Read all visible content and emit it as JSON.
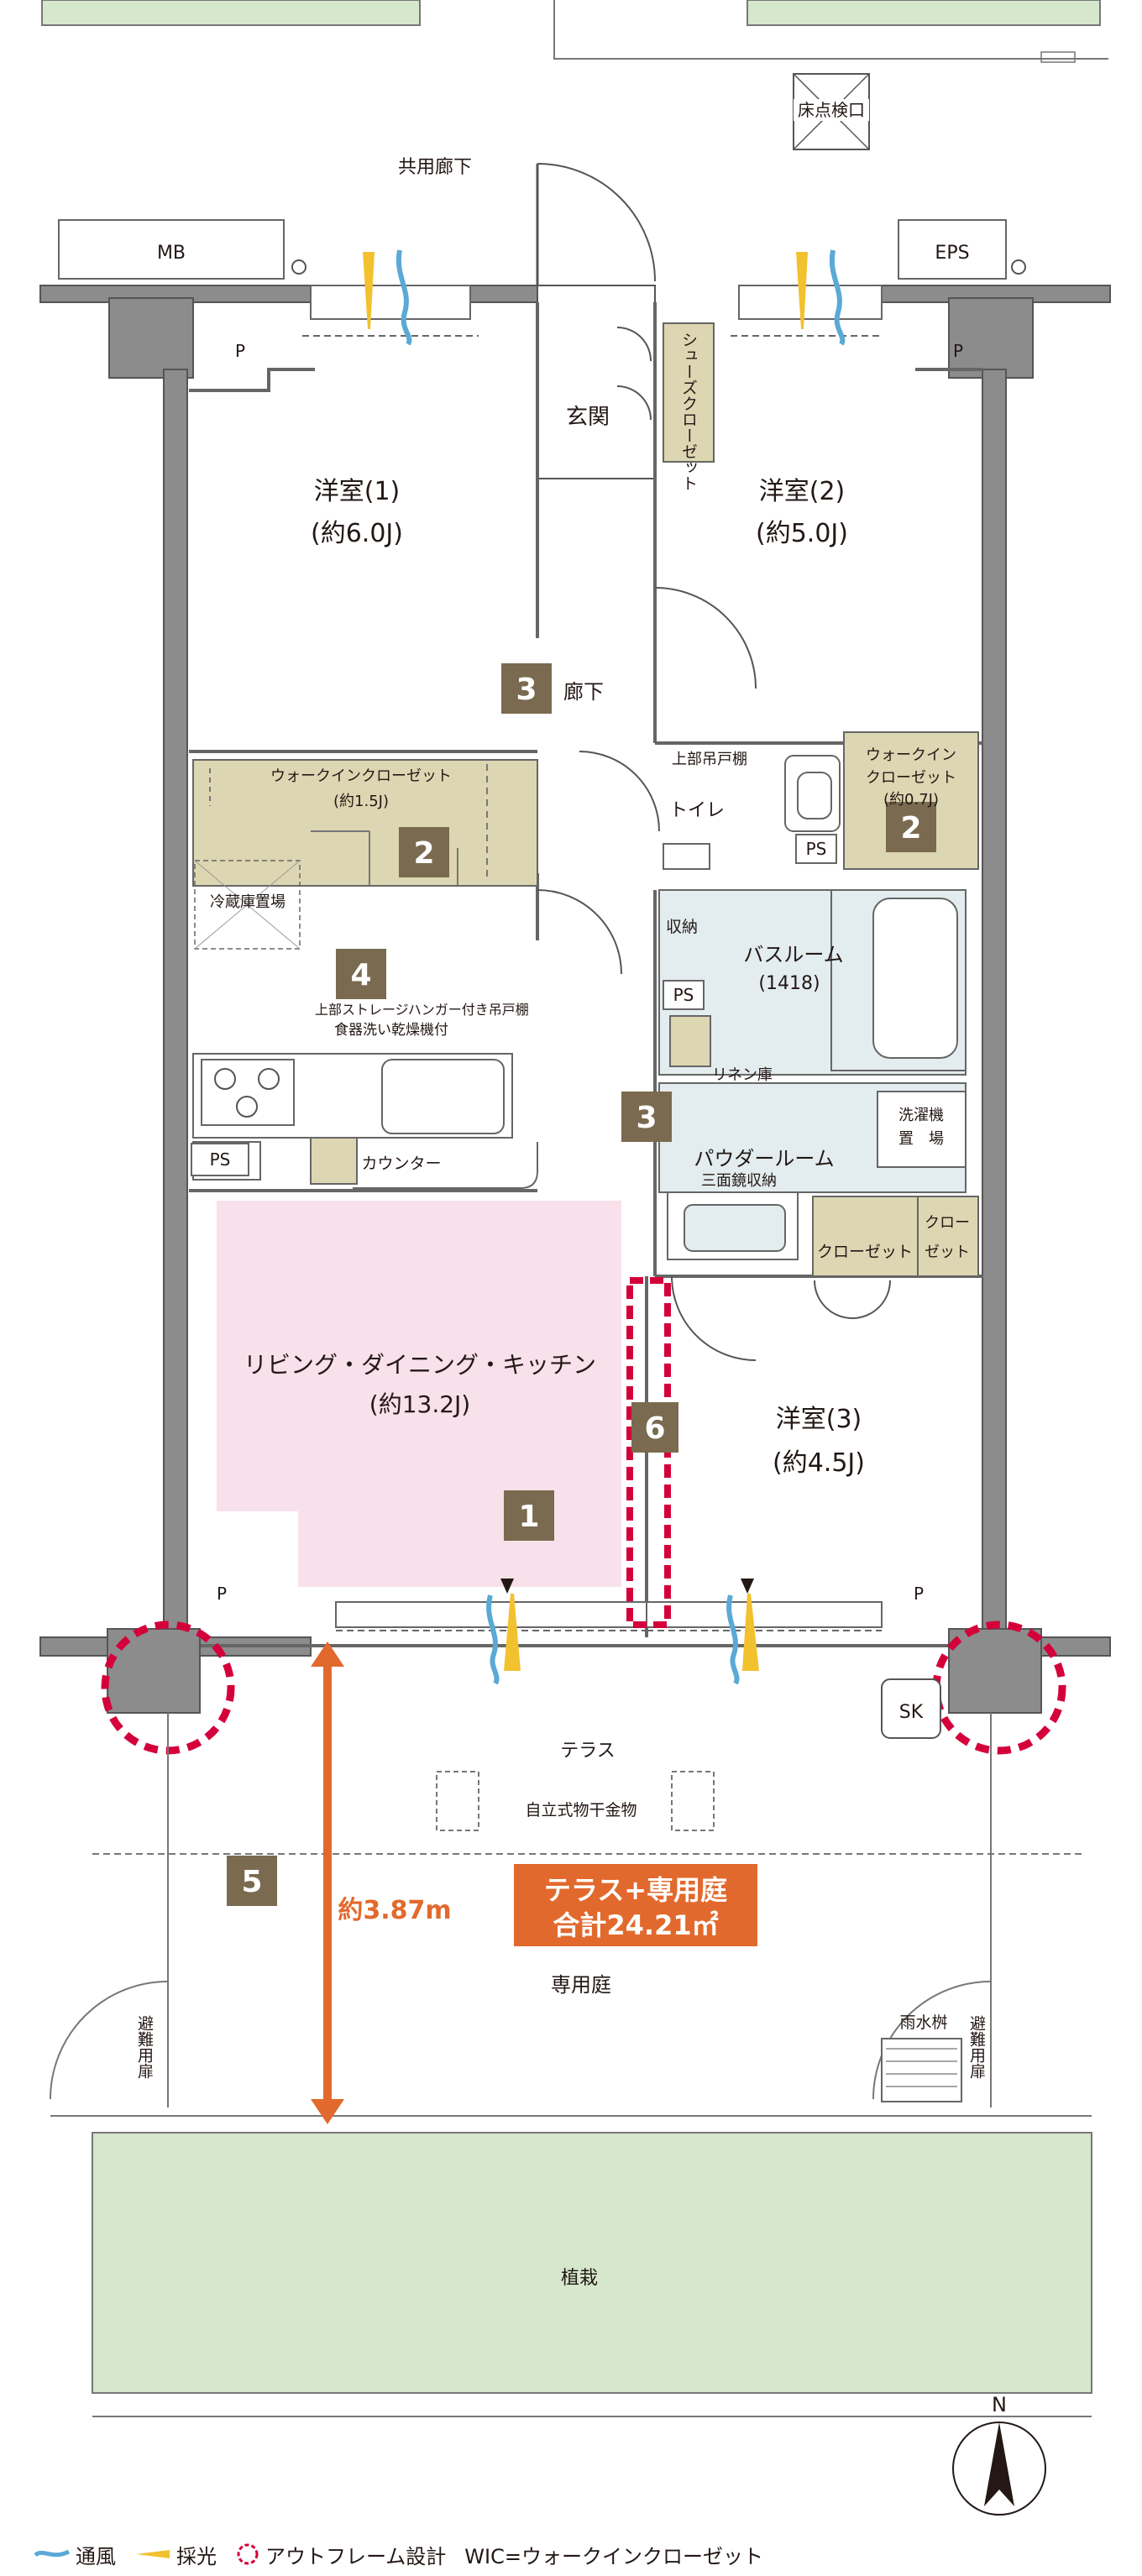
{
  "labels": {
    "inspection_hatch": "床点検口",
    "common_corridor": "共用廊下",
    "mb": "MB",
    "eps": "EPS",
    "p": "P",
    "shoe_closet": "シューズクローゼット",
    "entrance": "玄関",
    "western1_name": "洋室(1)",
    "western1_size": "(約6.0J)",
    "western2_name": "洋室(2)",
    "western2_size": "(約5.0J)",
    "hallway": "廊下",
    "wic1_line1": "ウォークインクローゼット",
    "wic1_line2": "(約1.5J)",
    "upper_cabinet": "上部吊戸棚",
    "toilet": "トイレ",
    "ps": "PS",
    "wic2_line1": "ウォークイン",
    "wic2_line2": "クローゼット",
    "wic2_line3": "(約0.7J)",
    "fridge": "冷蔵庫置場",
    "storage": "収納",
    "bathroom_name": "バスルーム",
    "bathroom_size": "(1418)",
    "kitchen_note1": "上部ストレージハンガー付き吊戸棚",
    "kitchen_note2": "食器洗い乾燥機付",
    "linen": "リネン庫",
    "laundry_line1": "洗濯機",
    "laundry_line2": "置　場",
    "counter": "カウンター",
    "powder_room": "パウダールーム",
    "mirror": "三面鏡収納",
    "closet": "クローゼット",
    "closet2_line1": "クロー",
    "closet2_line2": "ゼット",
    "ldk_name": "リビング・ダイニング・キッチン",
    "ldk_size": "(約13.2J)",
    "western3_name": "洋室(3)",
    "western3_size": "(約4.5J)",
    "sk": "SK",
    "terrace": "テラス",
    "drying_rack": "自立式物干金物",
    "garden": "専用庭",
    "depth": "約3.87m",
    "total_line1": "テラス+専用庭",
    "total_line2": "合計24.21㎡",
    "evac_door": "避難用扉",
    "rain_basin": "雨水桝",
    "planting": "植栽",
    "north": "N"
  },
  "badges": [
    "1",
    "2",
    "2",
    "3",
    "3",
    "3",
    "4",
    "5",
    "6"
  ],
  "legend": {
    "ventilation": "通風",
    "daylight": "採光",
    "outframe": "アウトフレーム設計",
    "wic_note": "WIC=ウォークインクローゼット"
  },
  "colors": {
    "badge": "#7a6a4f",
    "closet_fill": "#ddd6b2",
    "ldk_fill": "#f8e1ea",
    "wet_area_fill": "#e3ecee",
    "wall": "#8c8c8c",
    "planting_fill": "#d5e7cc",
    "orange": "#e2692d",
    "outframe_red": "#d4003a",
    "vent_blue": "#5aa9d6",
    "light_yellow": "#f2c12e"
  }
}
